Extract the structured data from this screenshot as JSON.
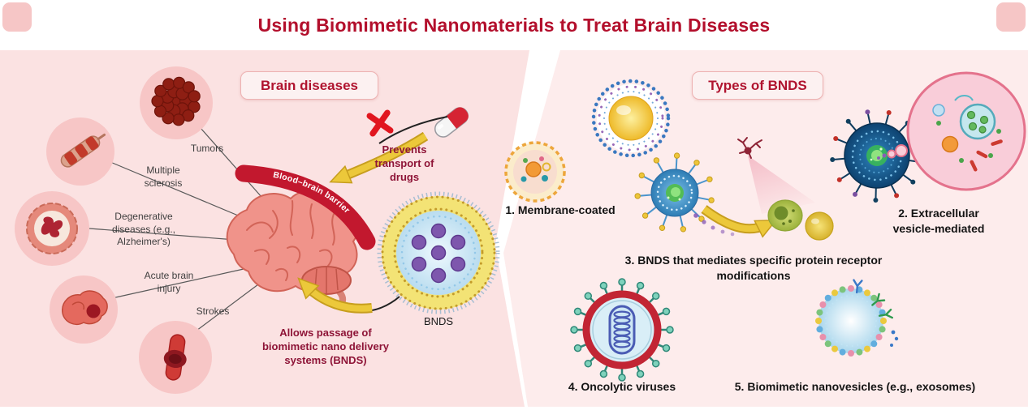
{
  "title": "Using Biomimetic Nanomaterials to Treat Brain Diseases",
  "left_panel": {
    "heading": "Brain diseases",
    "diseases": [
      {
        "label": "Tumors"
      },
      {
        "label": "Multiple sclerosis"
      },
      {
        "label": "Degenerative diseases (e.g., Alzheimer's)"
      },
      {
        "label": "Acute brain injury"
      },
      {
        "label": "Strokes"
      }
    ],
    "barrier_banner": "Blood–brain barrier",
    "prevents_note": "Prevents transport of drugs",
    "allows_note": "Allows passage of biomimetic nano delivery systems (BNDS)",
    "bnds_caption": "BNDS"
  },
  "right_panel": {
    "heading": "Types of BNDS",
    "types": [
      {
        "label": "1. Membrane-coated"
      },
      {
        "label": "2. Extracellular vesicle-mediated"
      },
      {
        "label": "3. BNDS that mediates specific protein receptor modifications"
      },
      {
        "label": "4. Oncolytic viruses"
      },
      {
        "label": "5. Biomimetic nanovesicles (e.g., exosomes)"
      }
    ]
  },
  "palette": {
    "title_red": "#b30f2c",
    "banner_red": "#c2182e",
    "note_maroon": "#8e1437",
    "panel_pink_left": "#fbe2e2",
    "panel_pink_right": "#fdecec",
    "arrow_yellow": "#ecc83a"
  },
  "illustrations": {
    "left": [
      "tumor-cells",
      "damaged-nerve",
      "brain-cross-section",
      "injured-brain",
      "blocked-vessel",
      "brain",
      "pill-capsule",
      "blocked-x-mark",
      "bnds-nanoparticle"
    ],
    "right": [
      "membrane-coated-cell",
      "membrane-coated-particle",
      "receptor-vesicle",
      "neuron",
      "target-cells",
      "extracellular-vesicle",
      "parent-cell",
      "oncolytic-virus",
      "biomimetic-nanovesicle"
    ]
  }
}
